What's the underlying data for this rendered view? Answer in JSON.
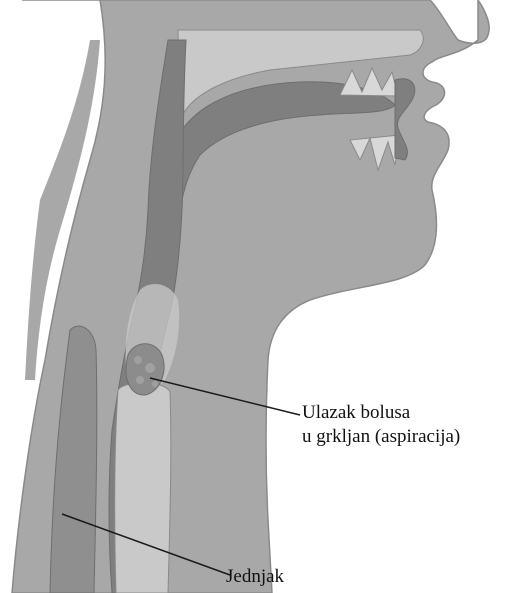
{
  "labels": {
    "aspiration_line1": "Ulazak bolusa",
    "aspiration_line2": "u grkljan (aspiracija)",
    "esophagus": "Jednjak"
  },
  "colors": {
    "background": "#ffffff",
    "tissue": "#a8a8a8",
    "tissue_outline": "#8a8a8a",
    "airway": "#7f7f7f",
    "airway_dark": "#6e6e6e",
    "highlight": "#c9c9c9",
    "bolus": "#8c8c8c",
    "teeth": "#d8d8d8",
    "leader_line": "#1a1a1a"
  }
}
